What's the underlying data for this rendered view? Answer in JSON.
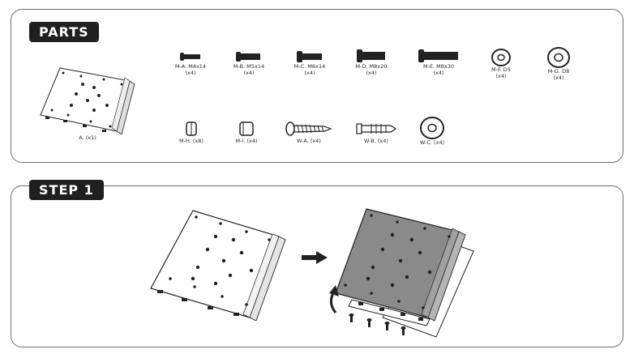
{
  "sections": {
    "parts_title": "PARTS",
    "step_title": "STEP 1"
  },
  "parts": [
    {
      "code": "A. (x1)",
      "qty": ""
    },
    {
      "code": "M-A. M4x14",
      "qty": "(x4)"
    },
    {
      "code": "M-B. M5x14",
      "qty": "(x4)"
    },
    {
      "code": "M-C. M6x14",
      "qty": "(x4)"
    },
    {
      "code": "M-D. M8x20",
      "qty": "(x4)"
    },
    {
      "code": "M-E. M8x30",
      "qty": "(x4)"
    },
    {
      "code": "M-F. D5",
      "qty": "(x4)"
    },
    {
      "code": "M-G. D8",
      "qty": "(x4)"
    },
    {
      "code": "M-H. (x8)",
      "qty": ""
    },
    {
      "code": "M-I. (x4)",
      "qty": ""
    },
    {
      "code": "W-A. (x4)",
      "qty": ""
    },
    {
      "code": "W-B. (x4)",
      "qty": ""
    },
    {
      "code": "W-C. (x4)",
      "qty": ""
    }
  ],
  "icons": {
    "screw": "screw-icon",
    "washer": "washer-icon",
    "spacer": "spacer-icon",
    "wood-screw": "wood-screw-icon",
    "anchor": "wall-anchor-icon",
    "plate": "wall-plate-icon",
    "arrow": "arrow-right-icon"
  },
  "colors": {
    "tab_bg": "#1f1f1f",
    "border": "#6e6e6e",
    "plate_fill_step": "#8a8a8a"
  }
}
